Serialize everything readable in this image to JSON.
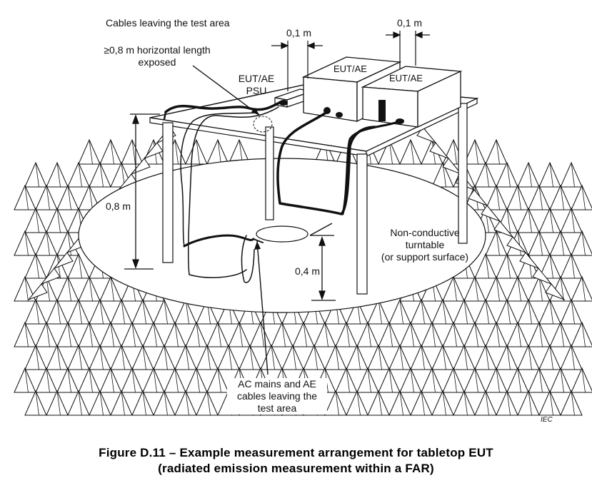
{
  "labels": {
    "cables_leaving": "Cables leaving the test area",
    "horizontal_length_line1": "≥0,8 m horizontal length",
    "horizontal_length_line2": "exposed",
    "eut_ae_psu_line1": "EUT/AE",
    "eut_ae_psu_line2": "PSU",
    "eut_ae_middle": "EUT/AE",
    "eut_ae_right": "EUT/AE",
    "dim_01_left": "0,1 m",
    "dim_01_right": "0,1 m",
    "dim_08": "0,8 m",
    "dim_04": "0,4 m",
    "turntable_line1": "Non-conductive",
    "turntable_line2": "turntable",
    "turntable_line3": "(or support surface)",
    "ac_mains_line1": "AC mains and AE",
    "ac_mains_line2": "cables leaving the",
    "ac_mains_line3": "test area",
    "iec": "IEC"
  },
  "caption": {
    "line1": "Figure D.11 – Example measurement arrangement for tabletop EUT",
    "line2": "(radiated emission measurement within a FAR)"
  },
  "colors": {
    "stroke": "#111111",
    "background": "#ffffff",
    "absorber_fill": "#ffffff"
  }
}
